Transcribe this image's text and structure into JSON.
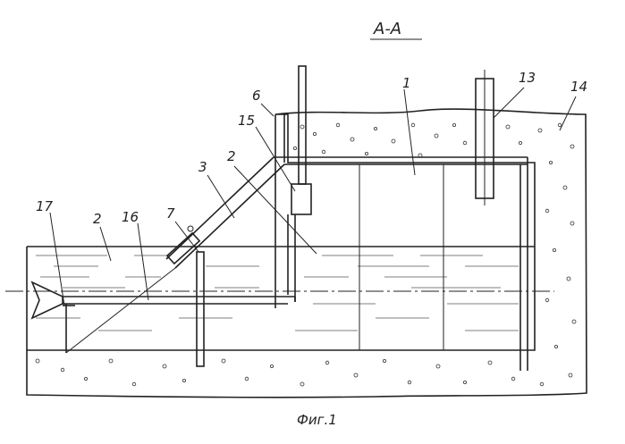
{
  "section_title": "А-А",
  "caption": "Фиг.1",
  "labels": {
    "l1": "1",
    "l2a": "2",
    "l2b": "2",
    "l3": "3",
    "l6": "6",
    "l7": "7",
    "l13": "13",
    "l14": "14",
    "l15": "15",
    "l16": "16",
    "l17": "17"
  }
}
